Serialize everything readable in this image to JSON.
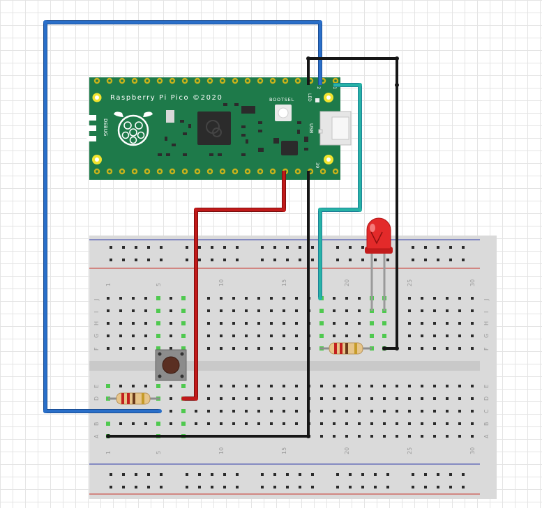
{
  "pico": {
    "title": "Raspberry Pi Pico ©2020",
    "bootsel_label": "BOOTSEL",
    "debug_label": "DEBUG",
    "led_label": "LED",
    "usb_label": "USB",
    "pin1_label": "1",
    "pin2_label": "2",
    "pin39_label": "39"
  },
  "breadboard": {
    "col_labels_top": [
      "1",
      "5",
      "10",
      "15",
      "20",
      "25",
      "30"
    ],
    "col_labels_bottom": [
      "1",
      "5",
      "10",
      "15",
      "20",
      "25",
      "30"
    ],
    "row_labels_top": [
      "J",
      "I",
      "H",
      "G",
      "F"
    ],
    "row_labels_bottom": [
      "E",
      "D",
      "C",
      "B",
      "A"
    ]
  },
  "colors": {
    "board_green": "#1e7a4a",
    "wire_blue": "#2a6fc9",
    "wire_teal": "#27b3a6",
    "wire_red": "#c11a1a",
    "wire_black": "#161616",
    "rail_blue": "#2d3aa8",
    "rail_red": "#c8312b",
    "led_red": "#e32a2a",
    "resistor_body": "#e7c58a"
  }
}
